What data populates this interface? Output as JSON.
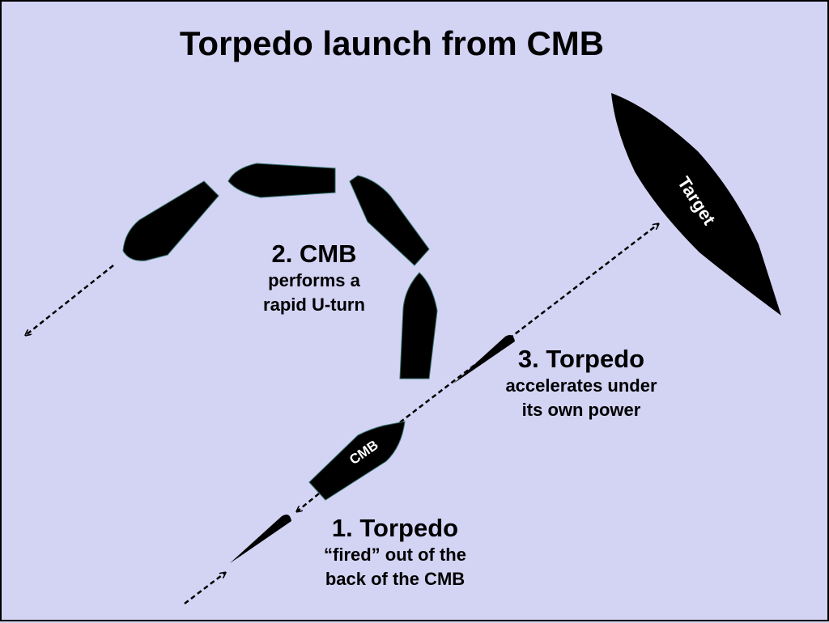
{
  "title": "Torpedo launch from CMB",
  "steps": {
    "torpedo_fired": {
      "heading": "1. Torpedo",
      "lines": [
        "“fired” out of the",
        "back of the CMB"
      ]
    },
    "cmb_uturn": {
      "heading": "2. CMB",
      "lines": [
        "performs a",
        "rapid U-turn"
      ]
    },
    "torpedo_accelerates": {
      "heading": "3. Torpedo",
      "lines": [
        "accelerates under",
        "its own power"
      ]
    }
  },
  "shapes": {
    "target_label": "Target",
    "cmb_label": "CMB"
  },
  "colors": {
    "background": "#d3d3f4",
    "shape_fill": "#000000",
    "shape_text": "#ffffff"
  }
}
